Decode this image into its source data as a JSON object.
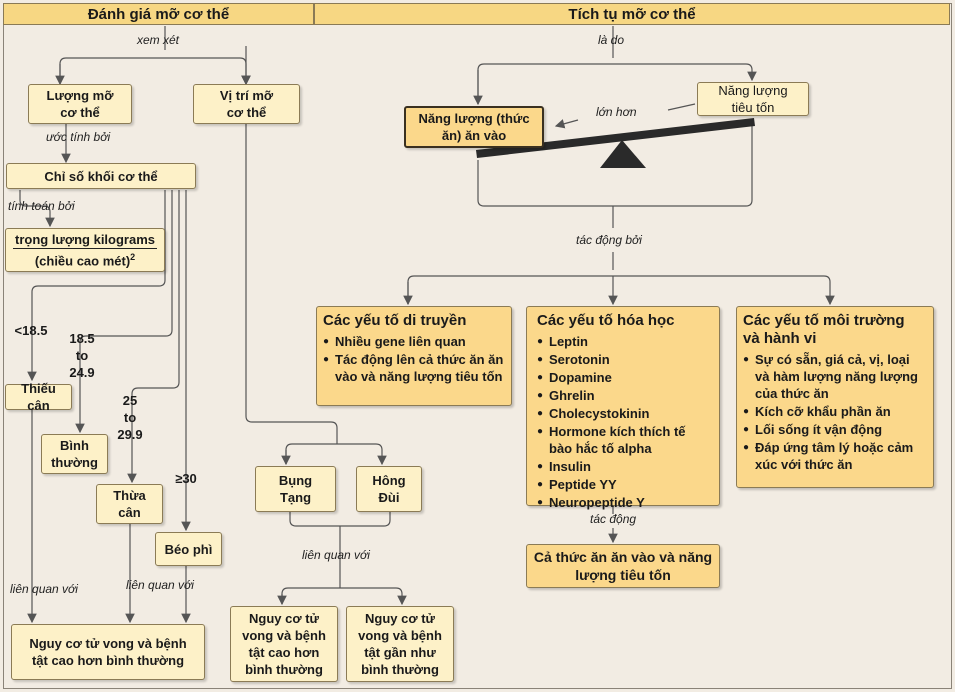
{
  "headers": {
    "left": "Đánh giá mỡ cơ thể",
    "right": "Tích tụ mỡ cơ thể"
  },
  "labels": {
    "xem_xet": "xem xét",
    "uoc_tinh_boi": "ước tính bởi",
    "tinh_toan_boi": "tính toán bởi",
    "lien_quan_voi_left": "liên quan với",
    "lien_quan_voi_mid": "liên quan với",
    "lien_quan_voi_center": "liên quan với",
    "la_do": "là do",
    "lon_hon": "lớn hơn",
    "tac_dong_boi": "tác động bởi",
    "tac_dong": "tác động"
  },
  "boxes": {
    "luong_mo": "Lượng mỡ\ncơ thể",
    "vi_tri_mo": "Vị trí mỡ\ncơ thể",
    "bmi": "Chỉ số khối cơ thể",
    "formula_top": "trọng lượng kilograms",
    "formula_bottom": "(chiều cao mét)",
    "formula_exp": "2",
    "thieu_can": "Thiếu cân",
    "binh_thuong": "Bình\nthường",
    "thua_can": "Thừa\ncân",
    "beo_phi": "Béo phì",
    "bung_tang": "Bụng\nTạng",
    "hong_dui": "Hông\nĐùi",
    "nguy_co_cao": "Nguy cơ tử vong và bệnh\ntật cao hơn bình thường",
    "nguy_co_cao_2": "Nguy cơ tử\nvong và bệnh\ntật cao hơn\nbình thường",
    "nguy_co_gan": "Nguy cơ tử\nvong và bệnh\ntật gần như\nbình thường",
    "nang_luong_an": "Năng lượng (thức\năn) ăn vào",
    "nang_luong_tieu": "Năng lượng\ntiêu tốn",
    "ca_thuc_an": "Cả thức ăn ăn vào và năng\nlượng tiêu tốn"
  },
  "ranges": {
    "r1": "<18.5",
    "r2": "18.5\nto\n24.9",
    "r3": "25\nto\n29.9",
    "r4": "≥30"
  },
  "factors": {
    "genetic": {
      "title": "Các yếu tố di truyền",
      "items": [
        "Nhiều gene liên quan",
        "Tác động lên cả thức ăn ăn vào và năng lượng tiêu tốn"
      ]
    },
    "chemical": {
      "title": "Các yếu tố hóa học",
      "items": [
        "Leptin",
        "Serotonin",
        "Dopamine",
        "Ghrelin",
        "Cholecystokinin",
        "Hormone kích thích tế bào hắc tố alpha",
        "Insulin",
        "Peptide YY",
        "Neuropeptide Y"
      ]
    },
    "environment": {
      "title": "Các yếu tố môi trường\nvà hành vi",
      "items": [
        "Sự có sẵn, giá cả, vị, loại và hàm lượng năng lượng của thức ăn",
        "Kích cỡ khẩu phần ăn",
        "Lối sống ít vận động",
        "Đáp ứng tâm lý hoặc cảm xúc với thức ăn"
      ]
    }
  }
}
